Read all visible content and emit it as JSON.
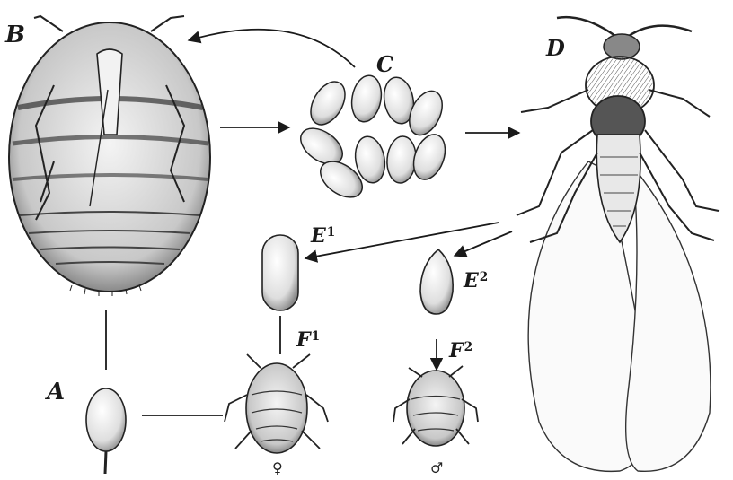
{
  "figure": {
    "labels": {
      "A": {
        "letter": "A",
        "sup": ""
      },
      "B": {
        "letter": "B",
        "sup": ""
      },
      "C": {
        "letter": "C",
        "sup": ""
      },
      "D": {
        "letter": "D",
        "sup": ""
      },
      "E1": {
        "letter": "E",
        "sup": "1"
      },
      "E2": {
        "letter": "E",
        "sup": "2"
      },
      "F1": {
        "letter": "F",
        "sup": "1"
      },
      "F2": {
        "letter": "F",
        "sup": "2"
      }
    },
    "sex_symbols": {
      "female": "♀",
      "male": "♂"
    }
  }
}
